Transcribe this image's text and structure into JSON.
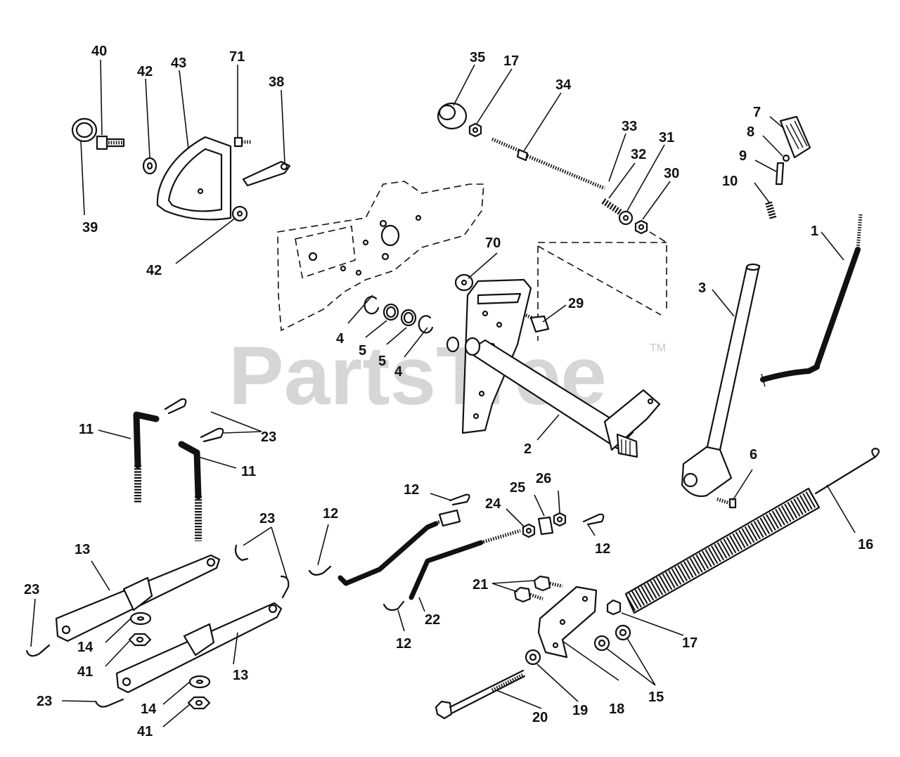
{
  "watermark": {
    "text": "PartsTree",
    "tm": "TM"
  },
  "callouts": {
    "c40": "40",
    "c42a": "42",
    "c43": "43",
    "c71": "71",
    "c38": "38",
    "c39": "39",
    "c42b": "42",
    "c35": "35",
    "c17a": "17",
    "c34": "34",
    "c33": "33",
    "c32": "32",
    "c31": "31",
    "c30": "30",
    "c7": "7",
    "c8": "8",
    "c9": "9",
    "c10": "10",
    "c1": "1",
    "c3": "3",
    "c70": "70",
    "c29": "29",
    "c4a": "4",
    "c5a": "5",
    "c5b": "5",
    "c4b": "4",
    "c2": "2",
    "c6": "6",
    "c11a": "11",
    "c23a": "23",
    "c11b": "11",
    "c23b": "23",
    "c13a": "13",
    "c23c": "23",
    "c14a": "14",
    "c41a": "41",
    "c13b": "13",
    "c23d": "23",
    "c14b": "14",
    "c41b": "41",
    "c12a": "12",
    "c12b": "12",
    "c24": "24",
    "c25": "25",
    "c26": "26",
    "c12c": "12",
    "c16": "16",
    "c21": "21",
    "c22": "22",
    "c12d": "12",
    "c17b": "17",
    "c15": "15",
    "c20": "20",
    "c19": "19",
    "c18": "18"
  }
}
